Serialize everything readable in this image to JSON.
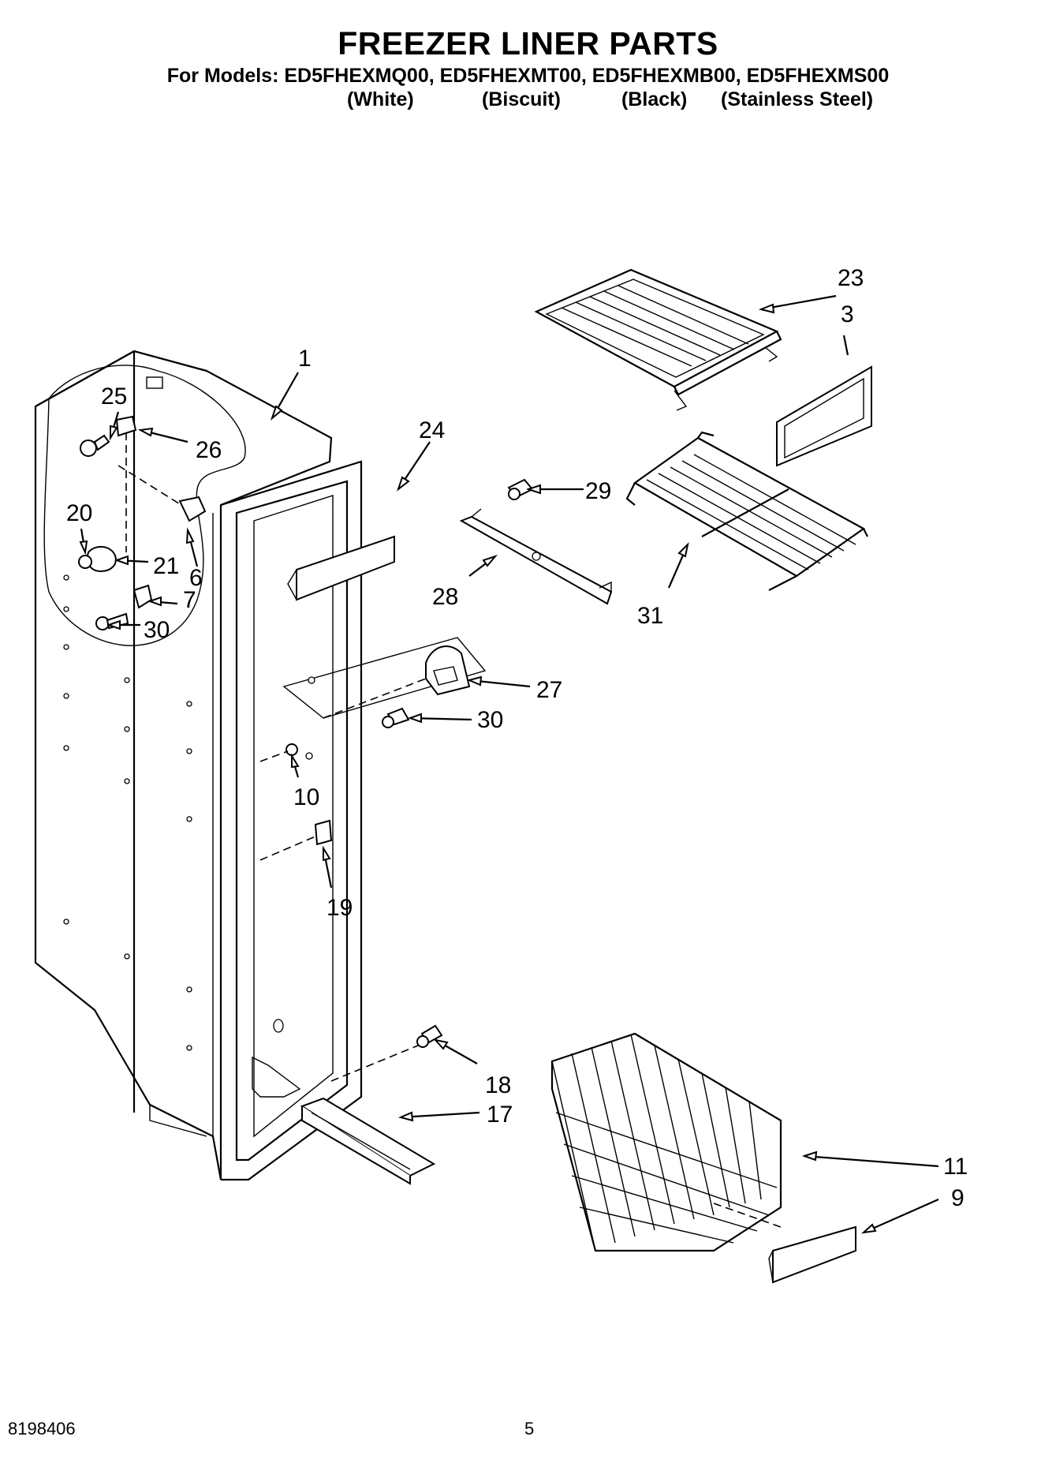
{
  "header": {
    "title": "FREEZER LINER PARTS",
    "models_line": "For Models: ED5FHEXMQ00, ED5FHEXMT00, ED5FHEXMB00, ED5FHEXMS00",
    "variants": [
      "(White)",
      "(Biscuit)",
      "(Black)",
      "(Stainless Steel)"
    ]
  },
  "callouts": [
    "1",
    "23",
    "3",
    "24",
    "25",
    "26",
    "29",
    "20",
    "21",
    "6",
    "7",
    "30",
    "28",
    "31",
    "27",
    "30",
    "10",
    "19",
    "18",
    "17",
    "11",
    "9"
  ],
  "footer": {
    "doc_number": "8198406",
    "page_number": "5"
  }
}
